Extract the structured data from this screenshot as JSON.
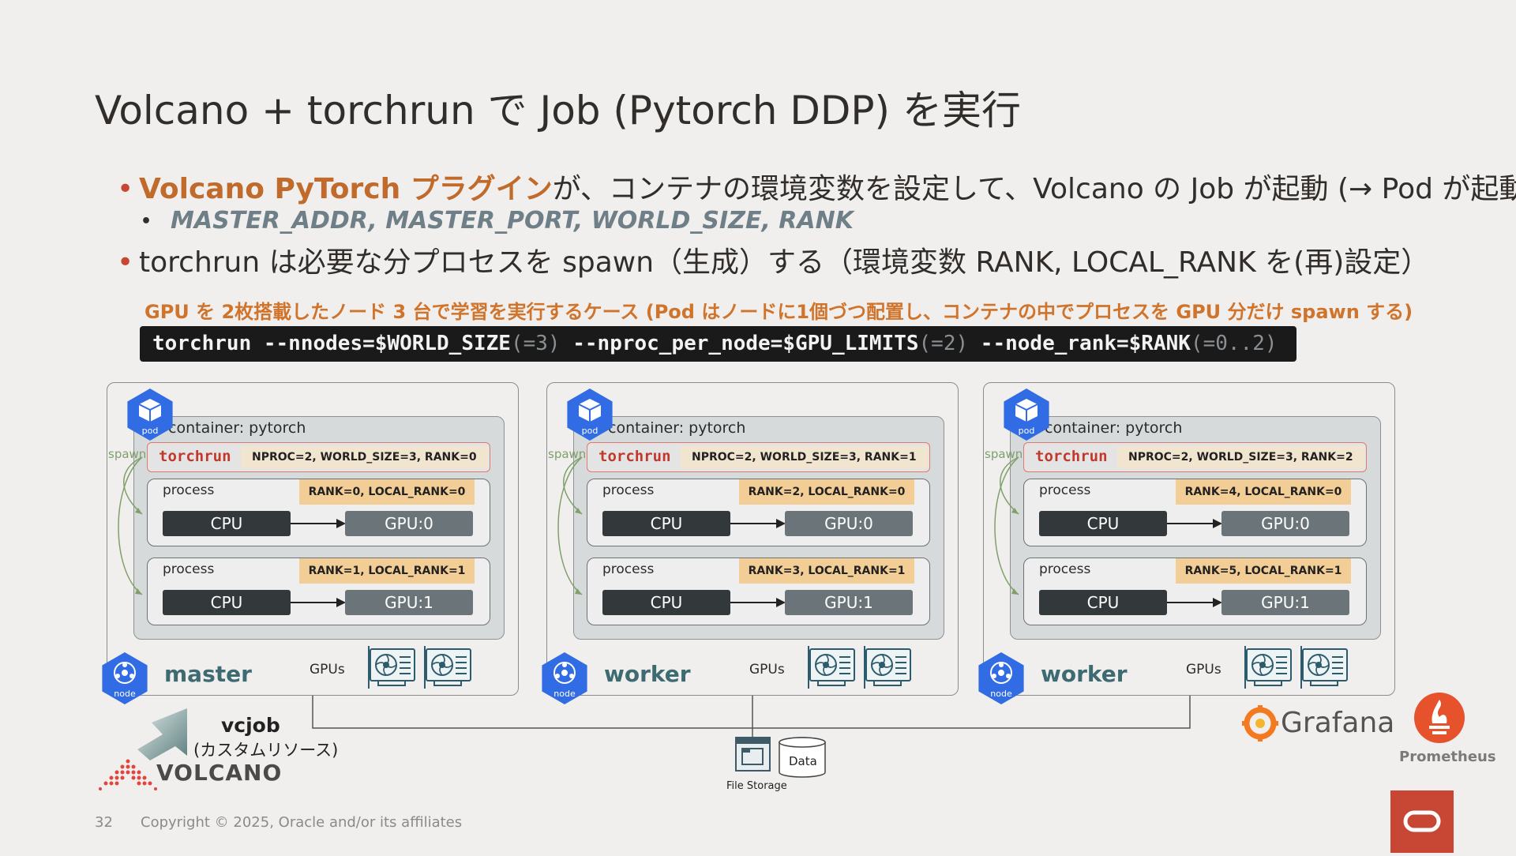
{
  "title": "Volcano + torchrun で Job (Pytorch DDP) を実行",
  "bullets": {
    "b1_highlight": "Volcano PyTorch プラグイン",
    "b1_rest": "が、コンテナの環境変数を設定して、Volcano の Job が起動 (→ Pod が起動)",
    "b1_sub": "MASTER_ADDR, MASTER_PORT, WORLD_SIZE, RANK",
    "b2": "torchrun は必要な分プロセスを spawn（生成）する（環境変数 RANK, LOCAL_RANK を(再)設定）"
  },
  "case_label": "GPU を 2枚搭載したノード 3 台で学習を実行するケース (Pod はノードに1個づつ配置し、コンテナの中でプロセスを GPU 分だけ spawn する)",
  "command": {
    "p1": "torchrun --nnodes=$WORLD_SIZE",
    "p1dim": "(=3)",
    "p2": " --nproc_per_node=$GPU_LIMITS",
    "p2dim": "(=2)",
    "p3": " --node_rank=$RANK",
    "p3dim": "(=0..2)"
  },
  "common": {
    "container": "container: pytorch",
    "torchrun": "torchrun",
    "process": "process",
    "cpu": "CPU",
    "spawn": "spawn",
    "gpus": "GPUs",
    "pod": "pod",
    "node": "node"
  },
  "nodes": [
    {
      "role": "master",
      "env": "NPROC=2, WORLD_SIZE=3, RANK=0",
      "processes": [
        {
          "rank": "RANK=0, LOCAL_RANK=0",
          "gpu": "GPU:0"
        },
        {
          "rank": "RANK=1, LOCAL_RANK=1",
          "gpu": "GPU:1"
        }
      ]
    },
    {
      "role": "worker",
      "env": "NPROC=2, WORLD_SIZE=3, RANK=1",
      "processes": [
        {
          "rank": "RANK=2, LOCAL_RANK=0",
          "gpu": "GPU:0"
        },
        {
          "rank": "RANK=3, LOCAL_RANK=1",
          "gpu": "GPU:1"
        }
      ]
    },
    {
      "role": "worker",
      "env": "NPROC=2, WORLD_SIZE=3, RANK=2",
      "processes": [
        {
          "rank": "RANK=4, LOCAL_RANK=0",
          "gpu": "GPU:0"
        },
        {
          "rank": "RANK=5, LOCAL_RANK=1",
          "gpu": "GPU:1"
        }
      ]
    }
  ],
  "storage": {
    "label": "File Storage",
    "data": "Data"
  },
  "vcjob": {
    "title": "vcjob",
    "subtitle": "(カスタムリソース)",
    "logo": "VOLCANO"
  },
  "grafana": "Grafana",
  "prometheus": "Prometheus",
  "footer": {
    "page": "32",
    "copyright": "Copyright © 2025, Oracle and/or its affiliates"
  },
  "colors": {
    "accent": "#c06a2b",
    "oracle_red": "#c74634",
    "k8s_blue": "#326ce5",
    "role_teal": "#3e6a72"
  }
}
